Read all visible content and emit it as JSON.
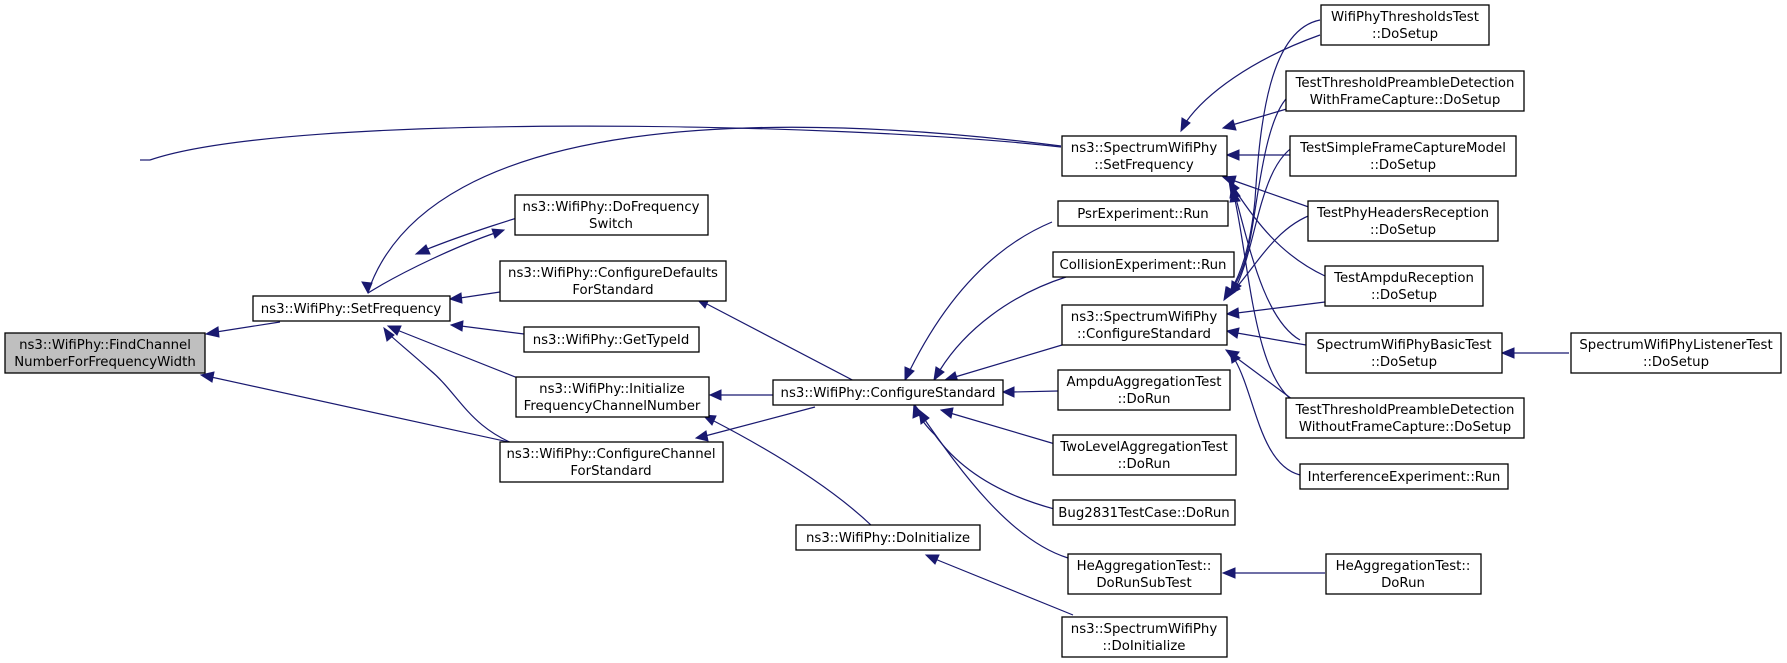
{
  "graph": {
    "nodes": [
      {
        "id": "root",
        "lines": [
          "ns3::WifiPhy::FindChannel",
          "NumberForFrequencyWidth"
        ],
        "root": true
      },
      {
        "id": "wp_setfreq",
        "lines": [
          "ns3::WifiPhy::SetFrequency"
        ]
      },
      {
        "id": "wp_cfg_chan",
        "lines": [
          "ns3::WifiPhy::ConfigureChannel",
          "ForStandard"
        ]
      },
      {
        "id": "wp_dofreqsw",
        "lines": [
          "ns3::WifiPhy::DoFrequency",
          "Switch"
        ]
      },
      {
        "id": "wp_cfg_def",
        "lines": [
          "ns3::WifiPhy::ConfigureDefaults",
          "ForStandard"
        ]
      },
      {
        "id": "wp_typeid",
        "lines": [
          "ns3::WifiPhy::GetTypeId"
        ]
      },
      {
        "id": "wp_init_fcn",
        "lines": [
          "ns3::WifiPhy::Initialize",
          "FrequencyChannelNumber"
        ]
      },
      {
        "id": "sp_setfreq",
        "lines": [
          "ns3::SpectrumWifiPhy",
          "::SetFrequency"
        ]
      },
      {
        "id": "wp_cfgstd",
        "lines": [
          "ns3::WifiPhy::ConfigureStandard"
        ]
      },
      {
        "id": "wp_doinit",
        "lines": [
          "ns3::WifiPhy::DoInitialize"
        ]
      },
      {
        "id": "psr_run",
        "lines": [
          "PsrExperiment::Run"
        ]
      },
      {
        "id": "coll_run",
        "lines": [
          "CollisionExperiment::Run"
        ]
      },
      {
        "id": "sp_cfgstd",
        "lines": [
          "ns3::SpectrumWifiPhy",
          "::ConfigureStandard"
        ]
      },
      {
        "id": "ampdu_agg",
        "lines": [
          "AmpduAggregationTest",
          "::DoRun"
        ]
      },
      {
        "id": "twolevel",
        "lines": [
          "TwoLevelAggregationTest",
          "::DoRun"
        ]
      },
      {
        "id": "bug2831",
        "lines": [
          "Bug2831TestCase::DoRun"
        ]
      },
      {
        "id": "heagg_sub",
        "lines": [
          "HeAggregationTest::",
          "DoRunSubTest"
        ]
      },
      {
        "id": "sp_doinit",
        "lines": [
          "ns3::SpectrumWifiPhy",
          "::DoInitialize"
        ]
      },
      {
        "id": "thr_test",
        "lines": [
          "WifiPhyThresholdsTest",
          "::DoSetup"
        ]
      },
      {
        "id": "tpd_with",
        "lines": [
          "TestThresholdPreambleDetection",
          "WithFrameCapture::DoSetup"
        ]
      },
      {
        "id": "tsfcm",
        "lines": [
          "TestSimpleFrameCaptureModel",
          "::DoSetup"
        ]
      },
      {
        "id": "tphr",
        "lines": [
          "TestPhyHeadersReception",
          "::DoSetup"
        ]
      },
      {
        "id": "tampdu",
        "lines": [
          "TestAmpduReception",
          "::DoSetup"
        ]
      },
      {
        "id": "swpbasic",
        "lines": [
          "SpectrumWifiPhyBasicTest",
          "::DoSetup"
        ]
      },
      {
        "id": "tpd_without",
        "lines": [
          "TestThresholdPreambleDetection",
          "WithoutFrameCapture::DoSetup"
        ]
      },
      {
        "id": "interf_run",
        "lines": [
          "InterferenceExperiment::Run"
        ]
      },
      {
        "id": "heagg_run",
        "lines": [
          "HeAggregationTest::",
          "DoRun"
        ]
      },
      {
        "id": "swplistener",
        "lines": [
          "SpectrumWifiPhyListenerTest",
          "::DoSetup"
        ]
      }
    ]
  }
}
